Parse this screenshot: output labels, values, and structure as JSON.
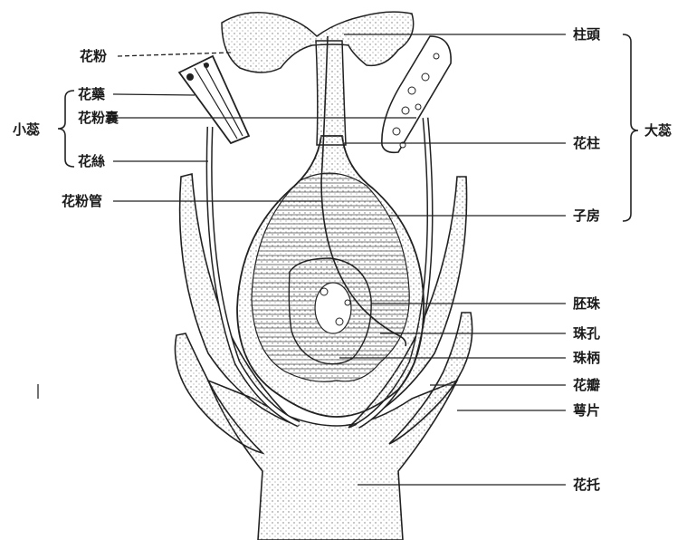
{
  "labels": {
    "pollen": "花粉",
    "anther": "花藥",
    "pollen_sac": "花粉囊",
    "filament": "花絲",
    "stamen_group": "小蕊",
    "pollen_tube": "花粉管",
    "stigma": "柱頭",
    "style": "花柱",
    "ovary": "子房",
    "pistil_group": "大蕊",
    "ovule": "胚珠",
    "micropyle": "珠孔",
    "funicle": "珠柄",
    "petal": "花瓣",
    "sepal": "萼片",
    "receptacle": "花托"
  },
  "colors": {
    "ink": "#1a1a1a",
    "stipple": "#8a8a8a",
    "paper": "#ffffff"
  }
}
